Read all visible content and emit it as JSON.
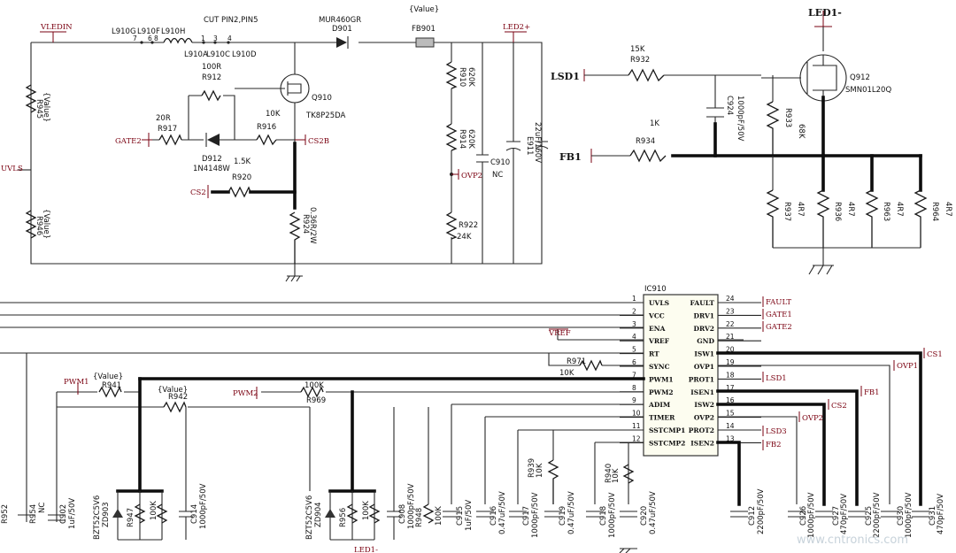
{
  "nets": {
    "vledin": "VLEDIN",
    "cut_pin": "CUT PIN2,PIN5",
    "uvls": "UVLS",
    "gate2": "GATE2",
    "cs2": "CS2",
    "cs2b": "CS2B",
    "ovp2": "OVP2",
    "led2p": "LED2+",
    "led1m": "LED1-",
    "lsd1": "LSD1",
    "fb1": "FB1",
    "vref": "VREF",
    "pwm1": "PWM1",
    "pwm2": "PWM2",
    "fault": "FAULT",
    "gate1": "GATE1",
    "gate2b": "GATE2",
    "cs1": "CS1",
    "ovp1": "OVP1",
    "lsd1b": "LSD1",
    "fb1b": "FB1",
    "cs2c": "CS2",
    "ovp2b": "OVP2",
    "lsd3": "LSD3",
    "fb2": "FB2",
    "led1m_bottom": "LED1-",
    "value": "{Value}"
  },
  "components": {
    "l910g": "L910G",
    "l910f": "L910F",
    "l910h": "L910H",
    "l910a": "L910A",
    "l910c": "L910C",
    "l910d": "L910D",
    "pin7": "7",
    "pin6": "6",
    "pin8": "8",
    "pin1": "1",
    "pin3": "3",
    "pin4": "4",
    "mur": "MUR460GR",
    "d901": "D901",
    "fb901": "FB901",
    "r912": "R912",
    "r912v": "100R",
    "q910": "Q910",
    "q910v": "TK8P25DA",
    "r917": "R917",
    "r917v": "20R",
    "d912": "D912",
    "d912v": "1N4148W",
    "r916": "R916",
    "r916v": "10K",
    "r920": "R920",
    "r920v": "1.5K",
    "r924": "R924",
    "r924v": "0.36R/2W",
    "r910": "R910",
    "r910v": "620K",
    "r914": "R914",
    "r914v": "620K",
    "c910": "C910",
    "c910v": "NC",
    "e911": "E911",
    "e911v": "22uF/160V",
    "r922": "R922",
    "r922v": "24K",
    "r945": "R945",
    "r945v": "{Value}",
    "r946": "R946",
    "r946v": "{Value}",
    "r932": "R932",
    "r932v": "15K",
    "q912": "Q912",
    "q912v": "SMN01L20Q",
    "c924": "C924",
    "c924v": "1000pF/50V",
    "r933": "R933",
    "r933v": "68K",
    "r934": "R934",
    "r934v": "1K",
    "r937": "R937",
    "r936": "R936",
    "r963": "R963",
    "r964": "R964",
    "r4r7": "4R7",
    "ic910": "IC910",
    "r971": "R971",
    "r971v": "10K",
    "r941": "R941",
    "r941v": "{Value}",
    "r942": "R942",
    "r942v": "{Value}",
    "r969": "R969",
    "r969v": "100K"
  },
  "ic": {
    "left_pins": [
      {
        "num": "1",
        "name": "UVLS"
      },
      {
        "num": "2",
        "name": "VCC"
      },
      {
        "num": "3",
        "name": "ENA"
      },
      {
        "num": "4",
        "name": "VREF"
      },
      {
        "num": "5",
        "name": "RT"
      },
      {
        "num": "6",
        "name": "SYNC"
      },
      {
        "num": "7",
        "name": "PWM1"
      },
      {
        "num": "8",
        "name": "PWM2"
      },
      {
        "num": "9",
        "name": "ADIM"
      },
      {
        "num": "10",
        "name": "TIMER"
      },
      {
        "num": "11",
        "name": "SSTCMP1"
      },
      {
        "num": "12",
        "name": "SSTCMP2"
      }
    ],
    "right_pins": [
      {
        "num": "24",
        "name": "FAULT"
      },
      {
        "num": "23",
        "name": "DRV1"
      },
      {
        "num": "22",
        "name": "DRV2"
      },
      {
        "num": "21",
        "name": "GND"
      },
      {
        "num": "20",
        "name": "ISW1"
      },
      {
        "num": "19",
        "name": "OVP1"
      },
      {
        "num": "18",
        "name": "PROT1"
      },
      {
        "num": "17",
        "name": "ISEN1"
      },
      {
        "num": "16",
        "name": "ISW2"
      },
      {
        "num": "15",
        "name": "OVP2"
      },
      {
        "num": "14",
        "name": "PROT2"
      },
      {
        "num": "13",
        "name": "ISEN2"
      }
    ]
  },
  "bottom_labels": {
    "r952": "R952",
    "r954": "R954",
    "nc": "NC",
    "c902": "C902",
    "c902v": "1uF/50V",
    "bzt": "BZT52C5V6",
    "zd903": "ZD903",
    "r947": "R947",
    "r100k": "100K",
    "c914": "C914",
    "c914v": "1000pF/50V",
    "bzt2": "BZT52C5V6",
    "zd904": "ZD904",
    "r956": "R956",
    "r100k2": "100K",
    "c908": "C908",
    "c908v": "1000pF/50V",
    "r948": "R948",
    "r100k3": "100K",
    "c915": "C915",
    "c915v": "1uF/50V",
    "c916": "C916",
    "c916v": "0.47uF/50V",
    "c917": "C917",
    "c917v": "1000pF/50V",
    "r939": "R939",
    "r10k": "10K",
    "c919": "C919",
    "c919v": "0.47uF/50V",
    "c918": "C918",
    "c918v": "1000pF/50V",
    "r940": "R940",
    "r10k2": "10K",
    "c920": "C920",
    "c920v": "0.47uF/50V",
    "c912": "C912",
    "c912v": "2200pF/50V",
    "c926": "C926",
    "c926v": "1000pF/50V",
    "c927": "C927",
    "c927v": "470pF/50V",
    "c925": "C925",
    "c925v": "2200pF/50V",
    "c930": "C930",
    "c930v": "1000pF/50V",
    "c931": "C931",
    "c931v": "470pF/50V"
  },
  "watermark": "www.cntronics.com"
}
